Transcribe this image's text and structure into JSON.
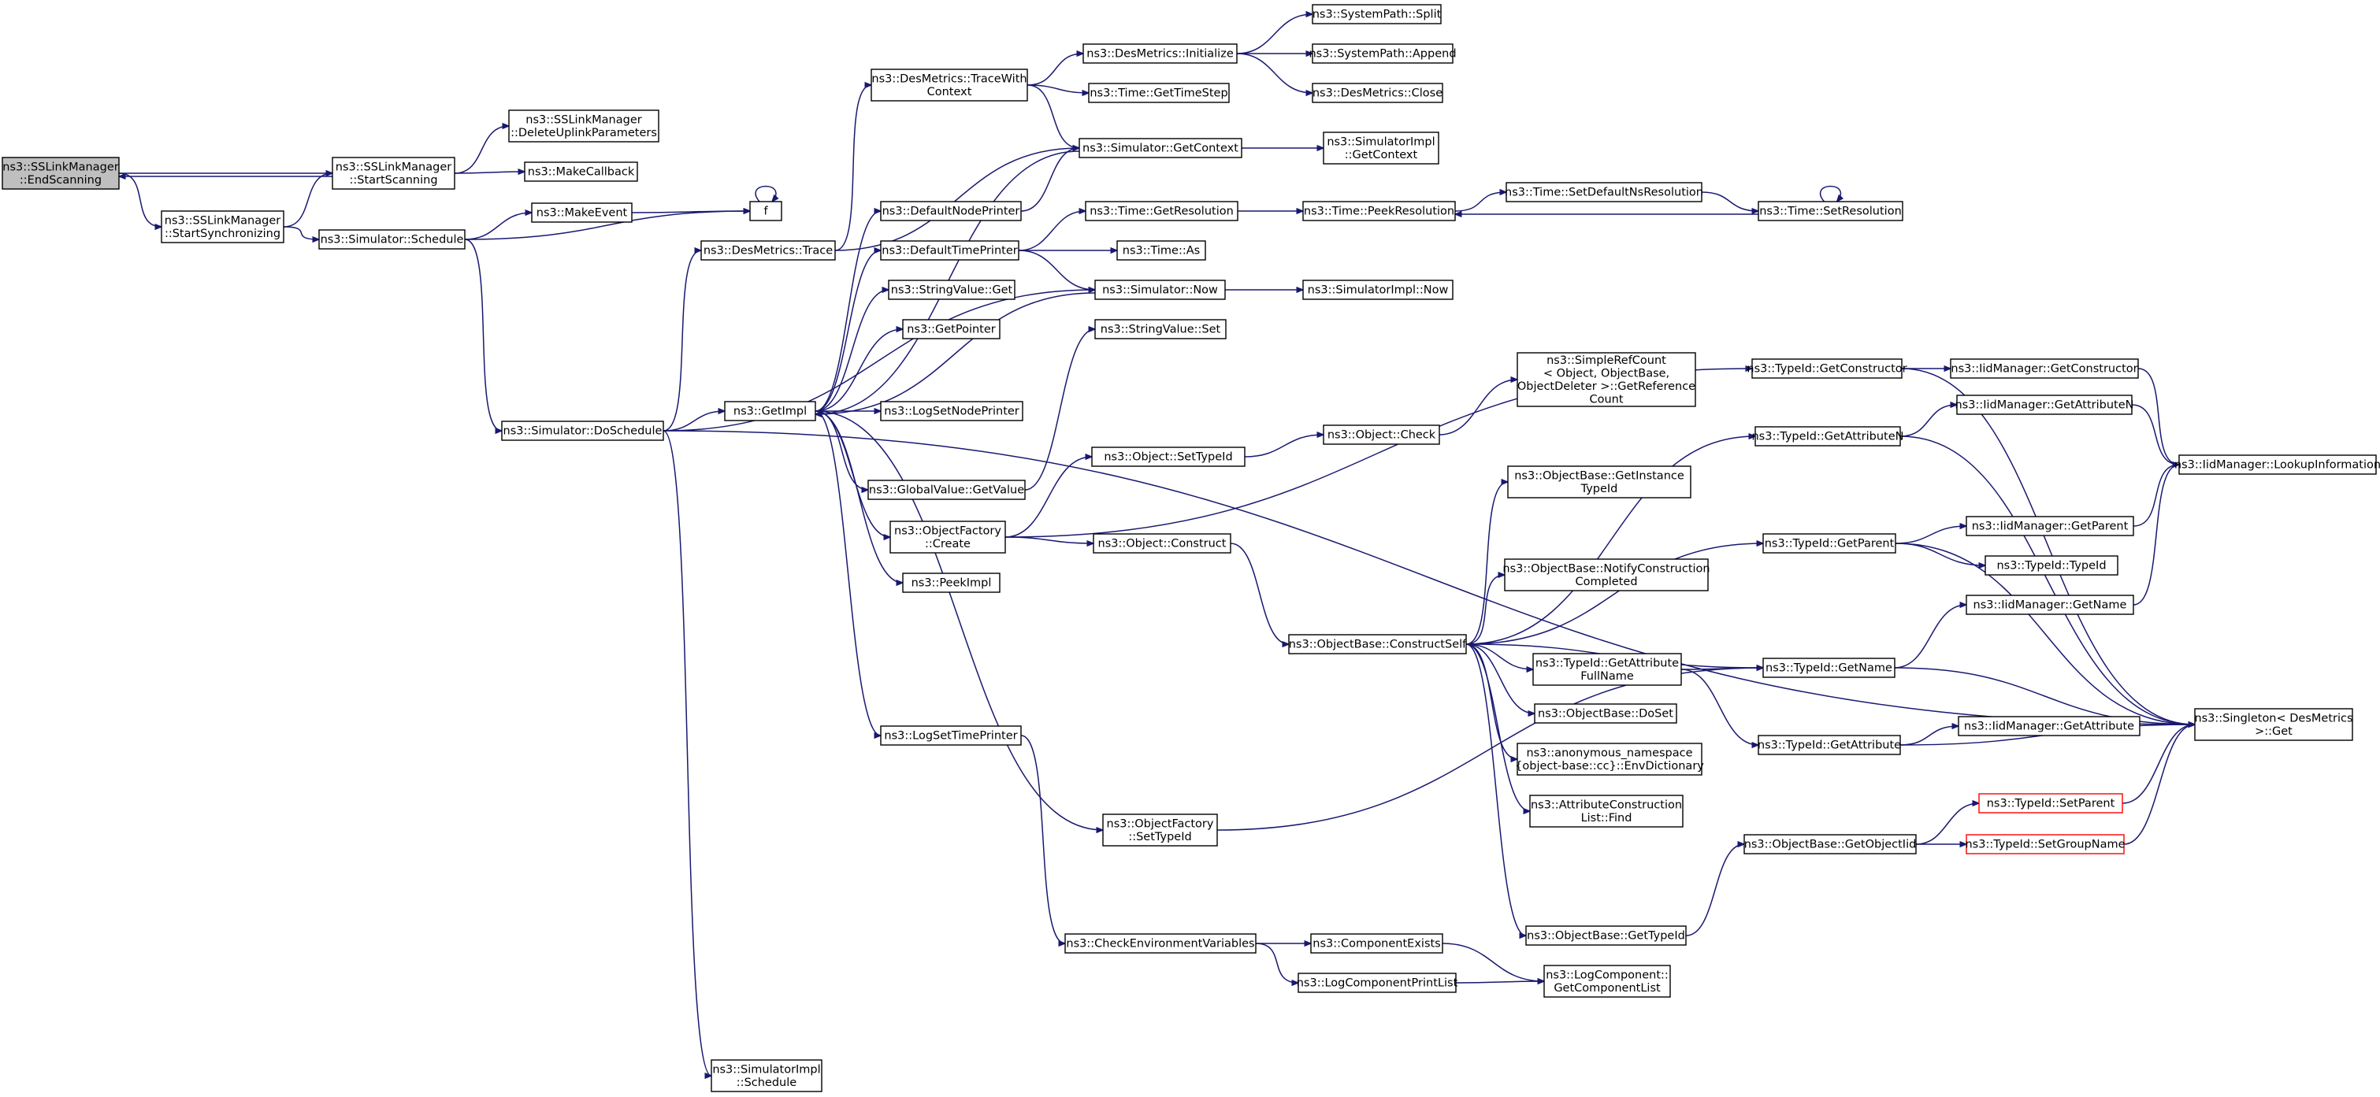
{
  "graph": {
    "direction": "left-to-right",
    "edge_color": "#191970",
    "root_fill": "#bfbfbf",
    "truncated_border": "#ff0000",
    "nodes": [
      {
        "id": "EndScanning",
        "lines": [
          "ns3::SSLinkManager",
          "::EndScanning"
        ],
        "root": true
      },
      {
        "id": "StartScanning",
        "lines": [
          "ns3::SSLinkManager",
          "::StartScanning"
        ]
      },
      {
        "id": "StartSynchronizing",
        "lines": [
          "ns3::SSLinkManager",
          "::StartSynchronizing"
        ]
      },
      {
        "id": "DeleteUplinkParameters",
        "lines": [
          "ns3::SSLinkManager",
          "::DeleteUplinkParameters"
        ]
      },
      {
        "id": "MakeCallback",
        "lines": [
          "ns3::MakeCallback"
        ]
      },
      {
        "id": "SimSchedule",
        "lines": [
          "ns3::Simulator::Schedule"
        ]
      },
      {
        "id": "MakeEvent",
        "lines": [
          "ns3::MakeEvent"
        ]
      },
      {
        "id": "f",
        "lines": [
          "f"
        ]
      },
      {
        "id": "DoSchedule",
        "lines": [
          "ns3::Simulator::DoSchedule"
        ]
      },
      {
        "id": "ImplSchedule",
        "lines": [
          "ns3::SimulatorImpl",
          "::Schedule"
        ]
      },
      {
        "id": "DesTrace",
        "lines": [
          "ns3::DesMetrics::Trace"
        ]
      },
      {
        "id": "GetImpl",
        "lines": [
          "ns3::GetImpl"
        ]
      },
      {
        "id": "TraceWithContext",
        "lines": [
          "ns3::DesMetrics::TraceWith",
          "Context"
        ]
      },
      {
        "id": "DesInit",
        "lines": [
          "ns3::DesMetrics::Initialize"
        ]
      },
      {
        "id": "SysSplit",
        "lines": [
          "ns3::SystemPath::Split"
        ]
      },
      {
        "id": "SysAppend",
        "lines": [
          "ns3::SystemPath::Append"
        ]
      },
      {
        "id": "DesClose",
        "lines": [
          "ns3::DesMetrics::Close"
        ]
      },
      {
        "id": "GetTimeStep",
        "lines": [
          "ns3::Time::GetTimeStep"
        ]
      },
      {
        "id": "SimGetContext",
        "lines": [
          "ns3::Simulator::GetContext"
        ]
      },
      {
        "id": "ImplGetContext",
        "lines": [
          "ns3::SimulatorImpl",
          "::GetContext"
        ]
      },
      {
        "id": "DefNodePrinter",
        "lines": [
          "ns3::DefaultNodePrinter"
        ]
      },
      {
        "id": "DefTimePrinter",
        "lines": [
          "ns3::DefaultTimePrinter"
        ]
      },
      {
        "id": "GetResolution",
        "lines": [
          "ns3::Time::GetResolution"
        ]
      },
      {
        "id": "PeekResolution",
        "lines": [
          "ns3::Time::PeekResolution"
        ]
      },
      {
        "id": "SetDefaultNs",
        "lines": [
          "ns3::Time::SetDefaultNsResolution"
        ]
      },
      {
        "id": "SetResolution",
        "lines": [
          "ns3::Time::SetResolution"
        ]
      },
      {
        "id": "TimeAs",
        "lines": [
          "ns3::Time::As"
        ]
      },
      {
        "id": "SimNow",
        "lines": [
          "ns3::Simulator::Now"
        ]
      },
      {
        "id": "ImplNow",
        "lines": [
          "ns3::SimulatorImpl::Now"
        ]
      },
      {
        "id": "StrGet",
        "lines": [
          "ns3::StringValue::Get"
        ]
      },
      {
        "id": "GetPointer",
        "lines": [
          "ns3::GetPointer"
        ]
      },
      {
        "id": "StrSet",
        "lines": [
          "ns3::StringValue::Set"
        ]
      },
      {
        "id": "LogSetNodePrinter",
        "lines": [
          "ns3::LogSetNodePrinter"
        ]
      },
      {
        "id": "GVGetValue",
        "lines": [
          "ns3::GlobalValue::GetValue"
        ]
      },
      {
        "id": "OFCreate",
        "lines": [
          "ns3::ObjectFactory",
          "::Create"
        ]
      },
      {
        "id": "PeekImpl",
        "lines": [
          "ns3::PeekImpl"
        ]
      },
      {
        "id": "LogSetTimePrinter",
        "lines": [
          "ns3::LogSetTimePrinter"
        ]
      },
      {
        "id": "OFSetTypeId",
        "lines": [
          "ns3::ObjectFactory",
          "::SetTypeId"
        ]
      },
      {
        "id": "CheckEnv",
        "lines": [
          "ns3::CheckEnvironmentVariables"
        ]
      },
      {
        "id": "CompExists",
        "lines": [
          "ns3::ComponentExists"
        ]
      },
      {
        "id": "LogCompPrintList",
        "lines": [
          "ns3::LogComponentPrintList"
        ]
      },
      {
        "id": "LogCompGetList",
        "lines": [
          "ns3::LogComponent::",
          "GetComponentList"
        ]
      },
      {
        "id": "ObjSetTypeId",
        "lines": [
          "ns3::Object::SetTypeId"
        ]
      },
      {
        "id": "ObjCheck",
        "lines": [
          "ns3::Object::Check"
        ]
      },
      {
        "id": "RefCount",
        "lines": [
          "ns3::SimpleRefCount",
          "< Object, ObjectBase,",
          "ObjectDeleter >::GetReference",
          "Count"
        ]
      },
      {
        "id": "ObjConstruct",
        "lines": [
          "ns3::Object::Construct"
        ]
      },
      {
        "id": "ConstructSelf",
        "lines": [
          "ns3::ObjectBase::ConstructSelf"
        ]
      },
      {
        "id": "GetInstanceTypeId",
        "lines": [
          "ns3::ObjectBase::GetInstance",
          "TypeId"
        ]
      },
      {
        "id": "NotifyConstruction",
        "lines": [
          "ns3::ObjectBase::NotifyConstruction",
          "Completed"
        ]
      },
      {
        "id": "TIGetAttrFullName",
        "lines": [
          "ns3::TypeId::GetAttribute",
          "FullName"
        ]
      },
      {
        "id": "OBDoSet",
        "lines": [
          "ns3::ObjectBase::DoSet"
        ]
      },
      {
        "id": "EnvDict",
        "lines": [
          "ns3::anonymous_namespace",
          "{object-base::cc}::EnvDictionary"
        ]
      },
      {
        "id": "ACLFind",
        "lines": [
          "ns3::AttributeConstruction",
          "List::Find"
        ]
      },
      {
        "id": "OBGetTypeId",
        "lines": [
          "ns3::ObjectBase::GetTypeId"
        ]
      },
      {
        "id": "TIGetConstructor",
        "lines": [
          "ns3::TypeId::GetConstructor"
        ]
      },
      {
        "id": "TIGetAttributeN",
        "lines": [
          "ns3::TypeId::GetAttributeN"
        ]
      },
      {
        "id": "TIGetParent",
        "lines": [
          "ns3::TypeId::GetParent"
        ]
      },
      {
        "id": "TIGetName",
        "lines": [
          "ns3::TypeId::GetName"
        ]
      },
      {
        "id": "TIGetAttribute",
        "lines": [
          "ns3::TypeId::GetAttribute"
        ]
      },
      {
        "id": "OBGetObjectIid",
        "lines": [
          "ns3::ObjectBase::GetObjectIid"
        ]
      },
      {
        "id": "IidGetConstructor",
        "lines": [
          "ns3::IidManager::GetConstructor"
        ]
      },
      {
        "id": "IidGetAttributeN",
        "lines": [
          "ns3::IidManager::GetAttributeN"
        ]
      },
      {
        "id": "IidLookup",
        "lines": [
          "ns3::IidManager::LookupInformation"
        ]
      },
      {
        "id": "IidGetParent",
        "lines": [
          "ns3::IidManager::GetParent"
        ]
      },
      {
        "id": "TITypeId",
        "lines": [
          "ns3::TypeId::TypeId"
        ]
      },
      {
        "id": "IidGetName",
        "lines": [
          "ns3::IidManager::GetName"
        ]
      },
      {
        "id": "IidGetAttribute",
        "lines": [
          "ns3::IidManager::GetAttribute"
        ]
      },
      {
        "id": "TISetParent",
        "lines": [
          "ns3::TypeId::SetParent"
        ],
        "truncated": true
      },
      {
        "id": "TISetGroupName",
        "lines": [
          "ns3::TypeId::SetGroupName"
        ],
        "truncated": true
      },
      {
        "id": "SingletonGet",
        "lines": [
          "ns3::Singleton< DesMetrics",
          ">::Get"
        ]
      }
    ],
    "edges": [
      [
        "EndScanning",
        "StartScanning"
      ],
      [
        "StartScanning",
        "EndScanning"
      ],
      [
        "EndScanning",
        "StartSynchronizing"
      ],
      [
        "StartSynchronizing",
        "StartScanning"
      ],
      [
        "StartScanning",
        "DeleteUplinkParameters"
      ],
      [
        "StartScanning",
        "MakeCallback"
      ],
      [
        "StartSynchronizing",
        "SimSchedule"
      ],
      [
        "SimSchedule",
        "MakeEvent"
      ],
      [
        "SimSchedule",
        "f"
      ],
      [
        "MakeEvent",
        "f"
      ],
      [
        "f",
        "f"
      ],
      [
        "SimSchedule",
        "DoSchedule"
      ],
      [
        "DoSchedule",
        "DesTrace"
      ],
      [
        "DoSchedule",
        "GetImpl"
      ],
      [
        "DoSchedule",
        "ImplSchedule"
      ],
      [
        "DoSchedule",
        "SimNow"
      ],
      [
        "DoSchedule",
        "SingletonGet"
      ],
      [
        "DesTrace",
        "TraceWithContext"
      ],
      [
        "DesTrace",
        "SimGetContext"
      ],
      [
        "TraceWithContext",
        "DesInit"
      ],
      [
        "TraceWithContext",
        "GetTimeStep"
      ],
      [
        "TraceWithContext",
        "SimGetContext"
      ],
      [
        "DesInit",
        "SysSplit"
      ],
      [
        "DesInit",
        "SysAppend"
      ],
      [
        "DesInit",
        "DesClose"
      ],
      [
        "SimGetContext",
        "ImplGetContext"
      ],
      [
        "SimGetContext",
        "GetImpl"
      ],
      [
        "GetImpl",
        "DefNodePrinter"
      ],
      [
        "GetImpl",
        "DefTimePrinter"
      ],
      [
        "GetImpl",
        "StrGet"
      ],
      [
        "GetImpl",
        "GetPointer"
      ],
      [
        "GetImpl",
        "LogSetNodePrinter"
      ],
      [
        "GetImpl",
        "GVGetValue"
      ],
      [
        "GetImpl",
        "OFCreate"
      ],
      [
        "GetImpl",
        "PeekImpl"
      ],
      [
        "GetImpl",
        "LogSetTimePrinter"
      ],
      [
        "GetImpl",
        "OFSetTypeId"
      ],
      [
        "DefNodePrinter",
        "SimGetContext"
      ],
      [
        "DefTimePrinter",
        "GetResolution"
      ],
      [
        "DefTimePrinter",
        "TimeAs"
      ],
      [
        "DefTimePrinter",
        "SimNow"
      ],
      [
        "GetResolution",
        "PeekResolution"
      ],
      [
        "PeekResolution",
        "SetDefaultNs"
      ],
      [
        "SetDefaultNs",
        "SetResolution"
      ],
      [
        "SetResolution",
        "PeekResolution"
      ],
      [
        "SetResolution",
        "SetResolution"
      ],
      [
        "SimNow",
        "ImplNow"
      ],
      [
        "SimNow",
        "GetImpl"
      ],
      [
        "GVGetValue",
        "StrSet"
      ],
      [
        "OFCreate",
        "ObjSetTypeId"
      ],
      [
        "OFCreate",
        "ObjConstruct"
      ],
      [
        "OFCreate",
        "TIGetConstructor"
      ],
      [
        "ObjSetTypeId",
        "ObjCheck"
      ],
      [
        "ObjCheck",
        "RefCount"
      ],
      [
        "ObjConstruct",
        "ConstructSelf"
      ],
      [
        "ConstructSelf",
        "GetInstanceTypeId"
      ],
      [
        "ConstructSelf",
        "NotifyConstruction"
      ],
      [
        "ConstructSelf",
        "TIGetAttrFullName"
      ],
      [
        "ConstructSelf",
        "OBDoSet"
      ],
      [
        "ConstructSelf",
        "EnvDict"
      ],
      [
        "ConstructSelf",
        "ACLFind"
      ],
      [
        "ConstructSelf",
        "OBGetTypeId"
      ],
      [
        "ConstructSelf",
        "TIGetAttributeN"
      ],
      [
        "ConstructSelf",
        "TIGetParent"
      ],
      [
        "ConstructSelf",
        "TIGetName"
      ],
      [
        "TIGetAttrFullName",
        "TIGetName"
      ],
      [
        "TIGetAttrFullName",
        "TIGetAttribute"
      ],
      [
        "OFSetTypeId",
        "TIGetName"
      ],
      [
        "LogSetTimePrinter",
        "CheckEnv"
      ],
      [
        "CheckEnv",
        "CompExists"
      ],
      [
        "CheckEnv",
        "LogCompPrintList"
      ],
      [
        "CompExists",
        "LogCompGetList"
      ],
      [
        "LogCompPrintList",
        "LogCompGetList"
      ],
      [
        "OBGetTypeId",
        "OBGetObjectIid"
      ],
      [
        "OBGetObjectIid",
        "TISetParent"
      ],
      [
        "OBGetObjectIid",
        "TISetGroupName"
      ],
      [
        "TIGetConstructor",
        "IidGetConstructor"
      ],
      [
        "TIGetConstructor",
        "SingletonGet"
      ],
      [
        "TIGetAttributeN",
        "IidGetAttributeN"
      ],
      [
        "TIGetAttributeN",
        "SingletonGet"
      ],
      [
        "TIGetParent",
        "IidGetParent"
      ],
      [
        "TIGetParent",
        "TITypeId"
      ],
      [
        "TIGetParent",
        "SingletonGet"
      ],
      [
        "TIGetName",
        "IidGetName"
      ],
      [
        "TIGetName",
        "SingletonGet"
      ],
      [
        "TIGetAttribute",
        "IidGetAttribute"
      ],
      [
        "TIGetAttribute",
        "SingletonGet"
      ],
      [
        "IidGetConstructor",
        "IidLookup"
      ],
      [
        "IidGetAttributeN",
        "IidLookup"
      ],
      [
        "IidGetParent",
        "IidLookup"
      ],
      [
        "IidGetName",
        "IidLookup"
      ],
      [
        "TISetParent",
        "SingletonGet"
      ],
      [
        "TISetGroupName",
        "SingletonGet"
      ]
    ]
  }
}
